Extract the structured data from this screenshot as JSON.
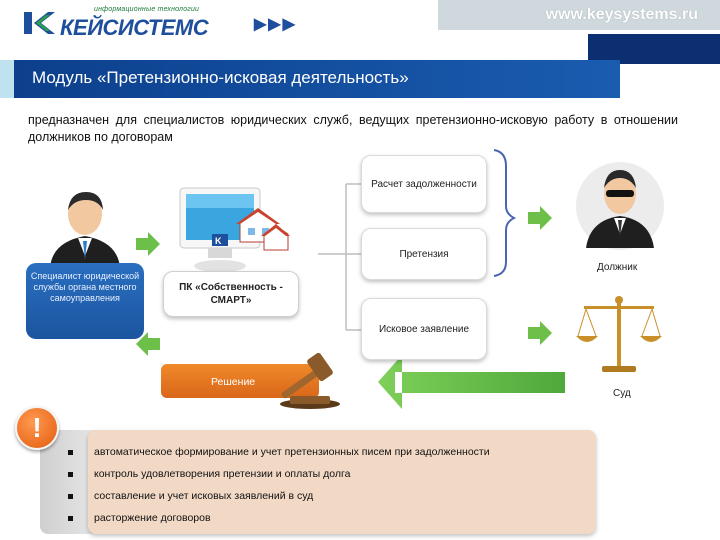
{
  "header": {
    "logo_subtitle": "информационные технологии",
    "logo_name": "КЕЙСИСТЕМС",
    "chevrons": "▶▶▶",
    "site": "www.keysystems.ru"
  },
  "title": "Модуль «Претензионно-исковая деятельность»",
  "description": "предназначен для специалистов юридических служб, ведущих претензионно-исковую работу в отношении должников по договорам",
  "specialist_label": "Специалист юридической службы органа местного самоуправления",
  "pk_label": "ПК «Собственность - СМАРТ»",
  "process": {
    "calc": "Расчет задолженности",
    "claim": "Претензия",
    "suit": "Исковое заявление",
    "decision": "Решение"
  },
  "debtor_label": "Должник",
  "court_label": "Суд",
  "warning_glyph": "!",
  "bullets": [
    "автоматическое формирование и учет претензионных писем при задолженности",
    "контроль удовлетворения претензии и оплаты долга",
    "составление и учет исковых заявлений в суд",
    "расторжение договоров"
  ],
  "colors": {
    "brand_blue": "#1e4f9c",
    "title_blue": "#0c3f8c",
    "arrow_green": "#6cc04a",
    "decision_orange": "#e8781f",
    "panel_peach": "#f2d9c6"
  }
}
